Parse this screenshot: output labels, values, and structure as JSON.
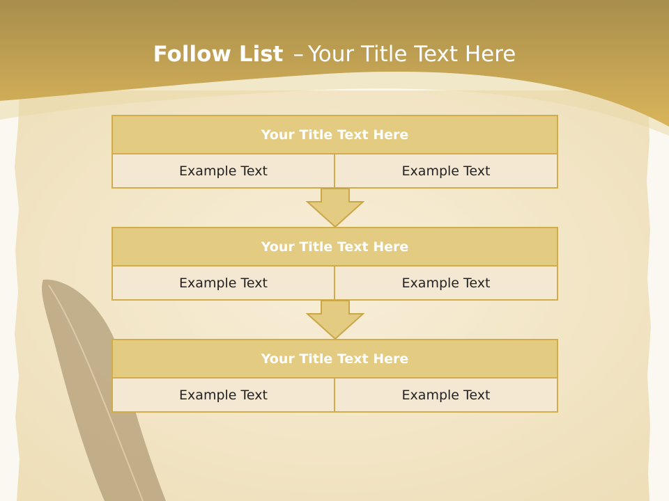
{
  "slide": {
    "title_bold": "Follow List",
    "title_dash": "–",
    "title_rest": "Your Title Text Here"
  },
  "flow": {
    "steps": [
      {
        "title": "Your Title Text Here",
        "cells": [
          "Example Text",
          "Example Text"
        ]
      },
      {
        "title": "Your Title Text Here",
        "cells": [
          "Example Text",
          "Example Text"
        ]
      },
      {
        "title": "Your Title Text Here",
        "cells": [
          "Example Text",
          "Example Text"
        ]
      }
    ]
  },
  "colors": {
    "banner": "#c9a648",
    "header_fill": "#e3cb82",
    "header_border": "#d1ac4a",
    "cell_fill": "#f4e8d3",
    "paper": "#f6ead0",
    "text_dark": "#222222"
  }
}
